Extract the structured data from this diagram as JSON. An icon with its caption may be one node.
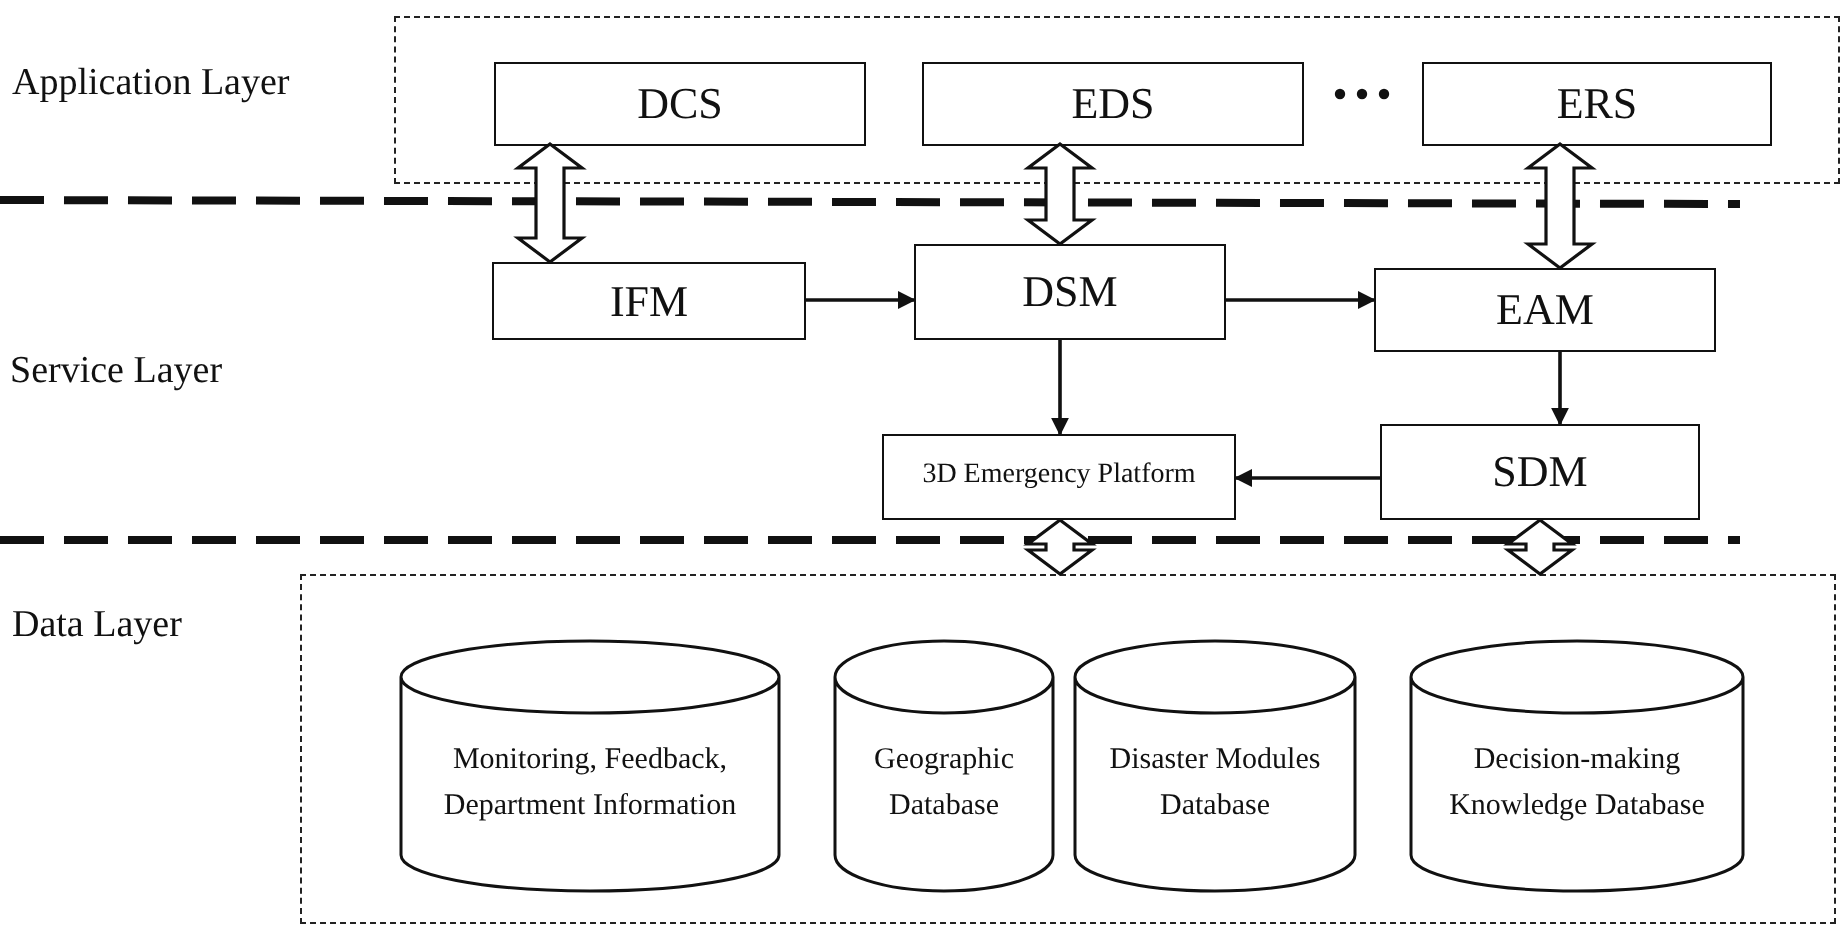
{
  "diagram": {
    "nodes": [
      {
        "text": [
          "Application Layer"
        ]
      },
      {
        "text": [
          "DCS"
        ],
        "in": 0
      },
      {
        "text": [
          "EDS"
        ],
        "in": 0
      },
      {
        "text": [
          "ERS"
        ],
        "in": 0
      },
      {
        "text": [
          "IFM"
        ]
      },
      {
        "text": [
          "DSM"
        ]
      },
      {
        "text": [
          "EAM"
        ]
      },
      {
        "text": [
          "3D Emergency Platform"
        ]
      },
      {
        "text": [
          "SDM"
        ]
      },
      {
        "text": [
          "Data Layer"
        ]
      },
      {
        "text": [
          "Monitoring, Feedback, Department Information"
        ],
        "in": 9
      },
      {
        "text": [
          "Geographic Database"
        ],
        "in": 9
      },
      {
        "text": [
          "Disaster Modules Database"
        ],
        "in": 9
      },
      {
        "text": [
          "Decision-making Knowledge Database"
        ],
        "in": 9
      }
    ],
    "edges": [
      {
        "from": 1,
        "to": 4,
        "arrow": "both",
        "style": "thick"
      },
      {
        "from": 2,
        "to": 5,
        "arrow": "both",
        "style": "thick"
      },
      {
        "from": 3,
        "to": 6,
        "arrow": "both",
        "style": "thick"
      },
      {
        "from": 4,
        "to": 5,
        "arrow": "to"
      },
      {
        "from": 5,
        "to": 6,
        "arrow": "to"
      },
      {
        "from": 5,
        "to": 7,
        "arrow": "to"
      },
      {
        "from": 6,
        "to": 8,
        "arrow": "to"
      },
      {
        "from": 8,
        "to": 7,
        "arrow": "to"
      },
      {
        "from": 7,
        "to": 9,
        "arrow": "both",
        "style": "thick"
      },
      {
        "from": 8,
        "to": 9,
        "arrow": "both",
        "style": "thick"
      }
    ],
    "labels": [
      "Service Layer"
    ]
  }
}
